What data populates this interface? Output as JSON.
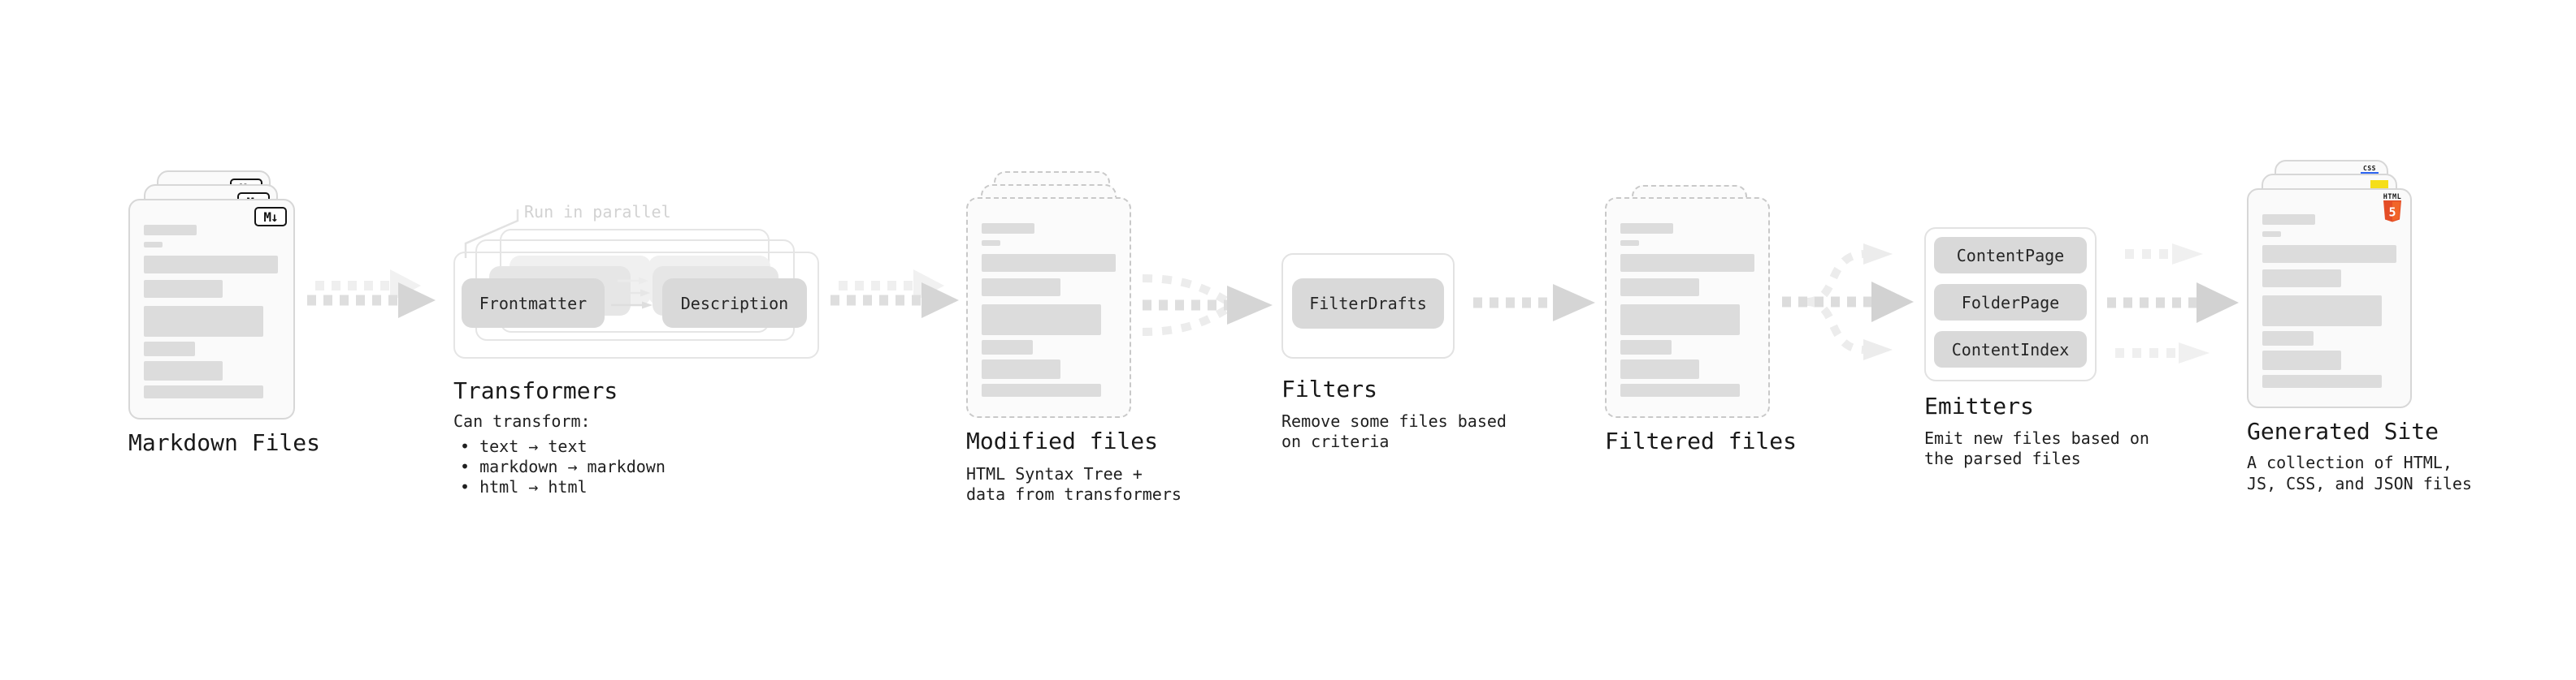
{
  "stages": {
    "markdown": {
      "label": "Markdown Files",
      "badge": "M↓"
    },
    "transformers": {
      "label": "Transformers",
      "annotation": "Run in parallel",
      "pill_left": "Frontmatter",
      "pill_right": "Description",
      "intro": "Can transform:",
      "bullets": [
        "• text → text",
        "• markdown → markdown",
        "• html → html"
      ]
    },
    "modified": {
      "label": "Modified files",
      "sub1": "HTML Syntax Tree +",
      "sub2": "data from transformers"
    },
    "filters": {
      "label": "Filters",
      "pill": "FilterDrafts",
      "sub1": "Remove some files based",
      "sub2": "on criteria"
    },
    "filtered": {
      "label": "Filtered files"
    },
    "emitters": {
      "label": "Emitters",
      "pills": [
        "ContentPage",
        "FolderPage",
        "ContentIndex"
      ],
      "sub1": "Emit new files based on",
      "sub2": "the parsed files"
    },
    "generated": {
      "label": "Generated Site",
      "sub1": "A collection of HTML,",
      "sub2": "JS, CSS, and JSON files",
      "badge_html_label": "HTML",
      "badge_html_number": "5",
      "badge_css": "CSS"
    }
  },
  "colors": {
    "html5_orange": "#e44d26",
    "html5_orange_light": "#f16529",
    "js_yellow": "#f5de19",
    "css_blue": "#2b63f1"
  }
}
